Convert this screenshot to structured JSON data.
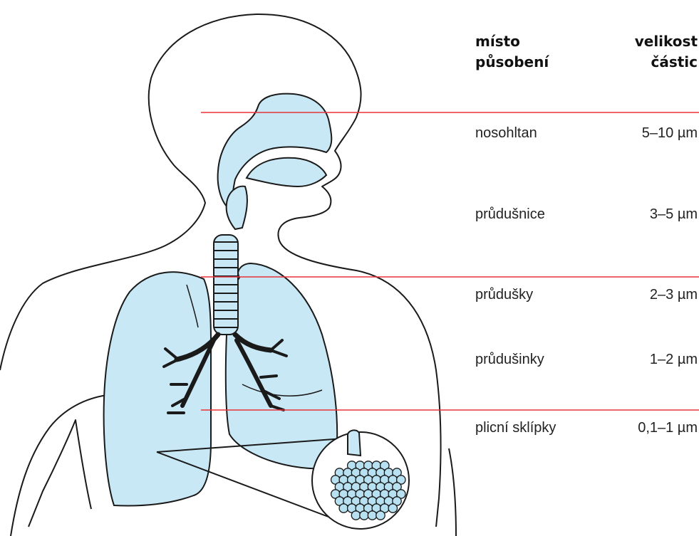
{
  "table": {
    "header_site_line1": "místo",
    "header_site_line2": "působení",
    "header_size_line1": "velikost",
    "header_size_line2": "částic",
    "rows": [
      {
        "site": "nosohltan",
        "size": "5–10 µm"
      },
      {
        "site": "průdušnice",
        "size": "3–5 µm"
      },
      {
        "site": "průdušky",
        "size": "2–3 µm"
      },
      {
        "site": "průdušinky",
        "size": "1–2 µm"
      },
      {
        "site": "plicní sklípky",
        "size": "0,1–1 µm"
      }
    ]
  },
  "colors": {
    "organ_fill": "#c9e8f5",
    "outline": "#1a1a1a",
    "divider": "#e8323c",
    "alveolus_fill": "#b7e0f1",
    "background": "#ffffff"
  },
  "icons": [
    "human-torso-silhouette",
    "respiratory-tract",
    "alveoli-magnifier"
  ]
}
